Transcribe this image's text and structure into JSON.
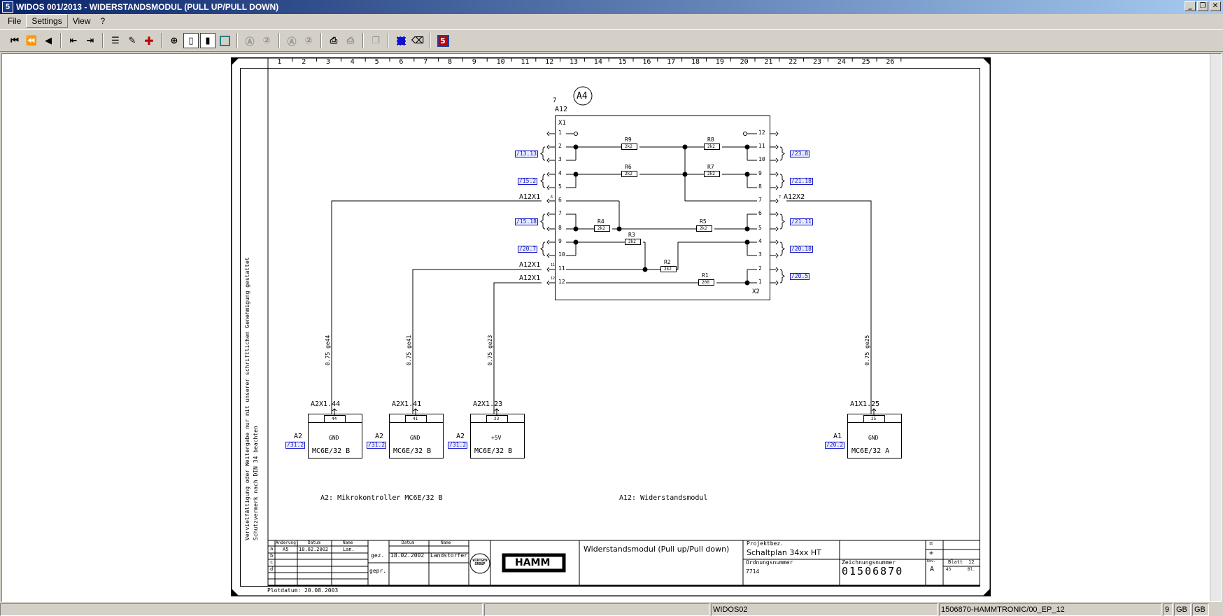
{
  "window": {
    "icon_text": "5",
    "title": "WIDOS 001/2013 - WIDERSTANDSMODUL (PULL UP/PULL DOWN)",
    "buttons": {
      "minimize": "_",
      "restore": "❐",
      "close": "✕"
    }
  },
  "menu": [
    "File",
    "Settings",
    "View",
    "?"
  ],
  "toolbar": {
    "icons": [
      "first-page-icon",
      "prev-fast-icon",
      "prev-page-icon",
      "back-doc-icon",
      "forward-doc-icon",
      "list-icon",
      "edit-list-icon",
      "add-red-cross-icon",
      "zoom-icon",
      "page-view-icon",
      "page-fit-icon",
      "frame-icon",
      "mark-a-icon",
      "mark-2-icon",
      "mark-a2-icon",
      "mark-2b-icon",
      "print-icon",
      "print-preview-icon",
      "copy-icon",
      "select-blue-icon",
      "eraser-icon",
      "widos-logo-icon"
    ]
  },
  "drawing": {
    "column_numbers": [
      "1",
      "2",
      "3",
      "4",
      "5",
      "6",
      "7",
      "8",
      "9",
      "10",
      "11",
      "12",
      "13",
      "14",
      "15",
      "16",
      "17",
      "18",
      "19",
      "20",
      "21",
      "22",
      "23",
      "24",
      "25",
      "26"
    ],
    "side_text": [
      "Vervielfältigung oder Weitergabe nur mit unserer schriftlichen Genehmigung gestattet",
      "Schutzvermerk nach DIN 34 beachten"
    ],
    "module_id": "A4",
    "module_index": "7",
    "module_name": "A12",
    "x1_label": "X1",
    "x2_label": "X2",
    "x1_pins": [
      "1",
      "2",
      "3",
      "4",
      "5",
      "6",
      "7",
      "8",
      "9",
      "10",
      "11",
      "12"
    ],
    "x2_pins": [
      "12",
      "11",
      "10",
      "9",
      "8",
      "7",
      "6",
      "5",
      "4",
      "3",
      "2",
      "1"
    ],
    "resistors": [
      {
        "name": "R9",
        "value": "2k2"
      },
      {
        "name": "R8",
        "value": "2k2"
      },
      {
        "name": "R6",
        "value": "2k2"
      },
      {
        "name": "R7",
        "value": "2k2"
      },
      {
        "name": "R4",
        "value": "2k2"
      },
      {
        "name": "R5",
        "value": "2k2"
      },
      {
        "name": "R3",
        "value": "2k2"
      },
      {
        "name": "R2",
        "value": "2k2"
      },
      {
        "name": "R1",
        "value": "200"
      }
    ],
    "left_refs": [
      "/13.13",
      "/15.2",
      "/15.18",
      "/20.7"
    ],
    "right_refs": [
      "/23.8",
      "/21.18",
      "/21.11",
      "/20.18",
      "/20.5"
    ],
    "conn_labels": {
      "x1_6": "A12X1",
      "x1_11": "A12X1",
      "x1_12": "A12X1",
      "x2_7": "A12X2"
    },
    "conn_pin_small": {
      "x1_6": "6",
      "x1_11": "11",
      "x1_12": "12",
      "x2_7": "7"
    },
    "wires": [
      "0.75 ge44",
      "0.75 ge41",
      "0.75 ge23",
      "0.75 ge25"
    ],
    "lower_modules": [
      {
        "conn": "A2X1.44",
        "pin": "44",
        "signal": "GND",
        "type": "MC6E/32 B",
        "id": "A2",
        "ref": "/31.2"
      },
      {
        "conn": "A2X1.41",
        "pin": "41",
        "signal": "GND",
        "type": "MC6E/32 B",
        "id": "A2",
        "ref": "/31.2"
      },
      {
        "conn": "A2X1.23",
        "pin": "23",
        "signal": "+5V",
        "type": "MC6E/32 B",
        "id": "A2",
        "ref": "/31.2"
      },
      {
        "conn": "A1X1.25",
        "pin": "25",
        "signal": "GND",
        "type": "MC6E/32 A",
        "id": "A1",
        "ref": "/20.2"
      }
    ],
    "legend_a2": "A2: Mikrokontroller MC6E/32 B",
    "legend_a12": "A12: Widerstandsmodul",
    "title_block": {
      "change_headers": [
        "Änderung",
        "Datum",
        "Name"
      ],
      "rows": [
        "a",
        "b",
        "c",
        "d"
      ],
      "row_a": {
        "change": "A5",
        "date": "18.02.2002",
        "name": "Lan."
      },
      "drawn_label": "gez.",
      "checked_label": "gepr.",
      "drawn_headers": [
        "Datum",
        "Name"
      ],
      "drawn_date": "18.02.2002",
      "drawn_name": "Landstorfer",
      "wirtgen": "WIRTGEN GROUP",
      "hamm": "HAMM",
      "description": "Widerstandsmodul (Pull up/Pull down)",
      "project_label": "Projektbez.",
      "project": "Schaltplan 34xx HT",
      "order_label": "Ordnungsnummer",
      "order_no": "7714",
      "drawing_label": "Zeichnungsnummer",
      "drawing_no": "01506870",
      "eq_sign": "=",
      "plus_sign": "+",
      "rev_label": "Rev.",
      "rev": "A",
      "sheet_label": "Blatt",
      "sheet": "12",
      "total": "43",
      "total_label": "Bl."
    },
    "plot_date": "Plotdatum: 20.08.2003"
  },
  "status": {
    "cells": [
      "",
      "",
      "WIDOS02",
      "1506870-HAMMTRONIC/00_EP_12",
      "9",
      "GB",
      "GB"
    ]
  }
}
